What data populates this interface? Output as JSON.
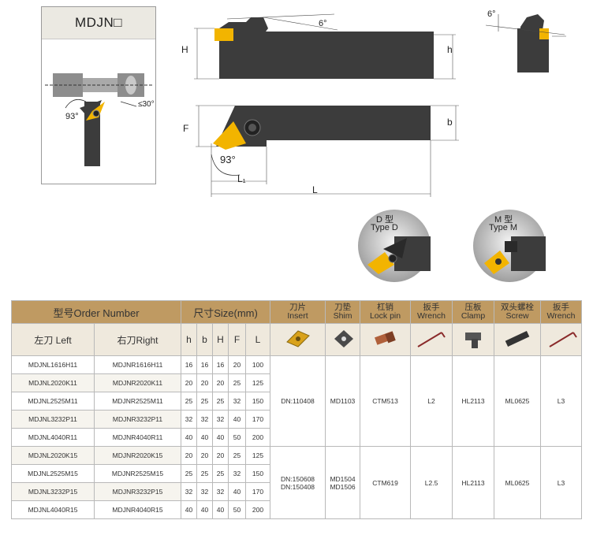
{
  "panel": {
    "title": "MDJN□",
    "angle_left": "93°",
    "angle_right": "≤30°"
  },
  "side_view": {
    "H": "H",
    "h": "h",
    "angle": "6°"
  },
  "end_view": {
    "angle": "6°"
  },
  "top_view": {
    "F": "F",
    "b": "b",
    "angle": "93°",
    "L1": "L₁",
    "L": "L"
  },
  "types": {
    "d": {
      "cn": "D 型",
      "en": "Type D"
    },
    "m": {
      "cn": "M 型",
      "en": "Type M"
    }
  },
  "table": {
    "header": {
      "order_number": "型号Order Number",
      "size": "尺寸Size(mm)",
      "insert_cn": "刀片",
      "insert_en": "Insert",
      "shim_cn": "刀垫",
      "shim_en": "Shim",
      "lockpin_cn": "杠销",
      "lockpin_en": "Lock pin",
      "wrench_cn": "扳手",
      "wrench_en": "Wrench",
      "clamp_cn": "压板",
      "clamp_en": "Clamp",
      "screw_cn": "双头螺栓",
      "screw_en": "Screw",
      "wrench2_cn": "扳手",
      "wrench2_en": "Wrench"
    },
    "subheader": {
      "left": "左刀 Left",
      "right": "右刀Right",
      "h": "h",
      "b": "b",
      "H": "H",
      "F": "F",
      "L": "L"
    },
    "rows": [
      {
        "left": "MDJNL1616H11",
        "right": "MDJNR1616H11",
        "h": "16",
        "b": "16",
        "H": "16",
        "F": "20",
        "L": "100"
      },
      {
        "left": "MDJNL2020K11",
        "right": "MDJNR2020K11",
        "h": "20",
        "b": "20",
        "H": "20",
        "F": "25",
        "L": "125"
      },
      {
        "left": "MDJNL2525M11",
        "right": "MDJNR2525M11",
        "h": "25",
        "b": "25",
        "H": "25",
        "F": "32",
        "L": "150"
      },
      {
        "left": "MDJNL3232P11",
        "right": "MDJNR3232P11",
        "h": "32",
        "b": "32",
        "H": "32",
        "F": "40",
        "L": "170"
      },
      {
        "left": "MDJNL4040R11",
        "right": "MDJNR4040R11",
        "h": "40",
        "b": "40",
        "H": "40",
        "F": "50",
        "L": "200"
      },
      {
        "left": "MDJNL2020K15",
        "right": "MDJNR2020K15",
        "h": "20",
        "b": "20",
        "H": "20",
        "F": "25",
        "L": "125"
      },
      {
        "left": "MDJNL2525M15",
        "right": "MDJNR2525M15",
        "h": "25",
        "b": "25",
        "H": "25",
        "F": "32",
        "L": "150"
      },
      {
        "left": "MDJNL3232P15",
        "right": "MDJNR3232P15",
        "h": "32",
        "b": "32",
        "H": "32",
        "F": "40",
        "L": "170"
      },
      {
        "left": "MDJNL4040R15",
        "right": "MDJNR4040R15",
        "h": "40",
        "b": "40",
        "H": "40",
        "F": "50",
        "L": "200"
      }
    ],
    "group1": {
      "insert": "DN:110408",
      "shim": "MD1103",
      "lockpin": "CTM513",
      "wrench": "L2",
      "clamp": "HL2113",
      "screw": "ML0625",
      "wrench2": "L3"
    },
    "group2": {
      "insert1": "DN:150608",
      "insert2": "DN:150408",
      "shim1": "MD1504",
      "shim2": "MD1506",
      "lockpin": "CTM619",
      "wrench": "L2.5",
      "clamp": "HL2113",
      "screw": "ML0625",
      "wrench2": "L3"
    }
  },
  "colors": {
    "header": "#bf9a62",
    "subheader": "#efe9dd",
    "insert": "#f2b400",
    "tool": "#3c3c3c"
  }
}
